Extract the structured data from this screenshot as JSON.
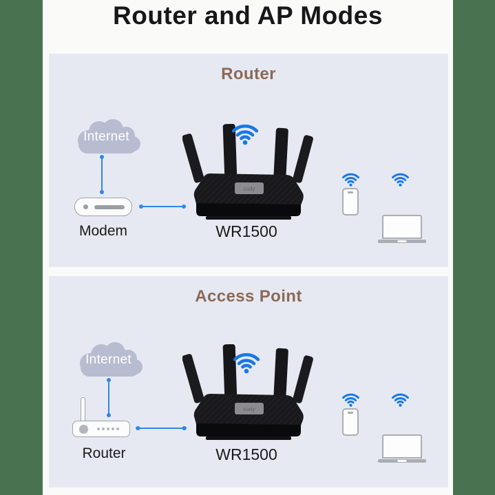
{
  "page": {
    "title": "Router and AP Modes"
  },
  "colors": {
    "backdrop_green": "#497350",
    "card_white": "#fafaf9",
    "panel_lavender": "#e7e9f2",
    "heading_brown": "#8a6a57",
    "wifi_blue": "#1778e8",
    "connector_blue": "#2e86e9",
    "cloud_gray": "#b8bcd0",
    "device_gray": "#a9adb4",
    "router_black": "#121215"
  },
  "icons": {
    "cloud": "internet-cloud-icon",
    "wifi": "wifi-signal-icon",
    "modem": "modem-icon",
    "gateway_router": "router-icon",
    "hub": "wr1500-router-icon",
    "smartphone": "smartphone-icon",
    "laptop": "laptop-icon"
  },
  "device_brand": "cudy",
  "panels": [
    {
      "heading": "Router",
      "cloud_label": "Internet",
      "gateway_label": "Modem",
      "hub_label": "WR1500",
      "clients": [
        "smartphone",
        "laptop"
      ]
    },
    {
      "heading": "Access Point",
      "cloud_label": "Internet",
      "gateway_label": "Router",
      "hub_label": "WR1500",
      "clients": [
        "smartphone",
        "laptop"
      ]
    }
  ]
}
